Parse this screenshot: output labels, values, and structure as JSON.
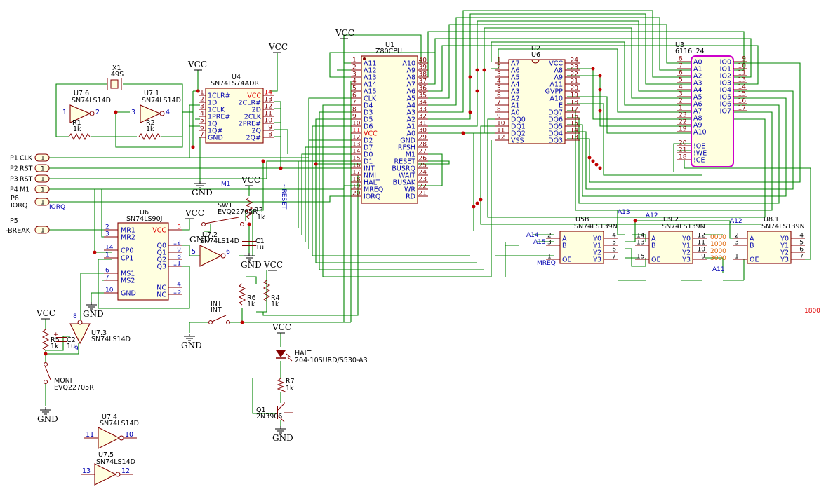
{
  "colors": {
    "wire": "#008400",
    "symbol": "#840000",
    "label": "#0000b0",
    "ref": "#000000",
    "power": "#000000",
    "highlight": "#cc00cc",
    "alert": "#e00000"
  },
  "parts": {
    "U1": {
      "ref": "U1",
      "value": "Z80CPU",
      "left_pins": [
        [
          "1",
          "A11"
        ],
        [
          "2",
          "A12"
        ],
        [
          "3",
          "A13"
        ],
        [
          "4",
          "A14"
        ],
        [
          "5",
          "A15"
        ],
        [
          "6",
          "CLK"
        ],
        [
          "7",
          "D4"
        ],
        [
          "8",
          "D3"
        ],
        [
          "9",
          "D5"
        ],
        [
          "10",
          "D6"
        ],
        [
          "11",
          "VCC"
        ],
        [
          "12",
          "D2"
        ],
        [
          "13",
          "D7"
        ],
        [
          "14",
          "D0"
        ],
        [
          "15",
          "D1"
        ],
        [
          "16",
          "INT"
        ],
        [
          "17",
          "NMI"
        ],
        [
          "18",
          "HALT"
        ],
        [
          "19",
          "MREQ"
        ],
        [
          "20",
          "IORQ"
        ]
      ],
      "right_pins": [
        [
          "40",
          "A10"
        ],
        [
          "39",
          "A9"
        ],
        [
          "38",
          "A8"
        ],
        [
          "37",
          "A7"
        ],
        [
          "36",
          "A6"
        ],
        [
          "35",
          "A5"
        ],
        [
          "34",
          "A4"
        ],
        [
          "33",
          "A3"
        ],
        [
          "32",
          "A2"
        ],
        [
          "31",
          "A1"
        ],
        [
          "30",
          "A0"
        ],
        [
          "29",
          "GND"
        ],
        [
          "28",
          "RFSH"
        ],
        [
          "27",
          "M1"
        ],
        [
          "26",
          "RESET"
        ],
        [
          "25",
          "BUSRQ"
        ],
        [
          "24",
          "WAIT"
        ],
        [
          "23",
          "BUSAK"
        ],
        [
          "22",
          "WR"
        ],
        [
          "21",
          "RD"
        ]
      ]
    },
    "U2": {
      "ref": "U2",
      "ref2": "U6",
      "left_pins": [
        [
          "1",
          "A7"
        ],
        [
          "2",
          "A6"
        ],
        [
          "3",
          "A5"
        ],
        [
          "4",
          "A4"
        ],
        [
          "5",
          "A3"
        ],
        [
          "6",
          "A2"
        ],
        [
          "7",
          "A1"
        ],
        [
          "8",
          "A0"
        ],
        [
          "9",
          "DQ0"
        ],
        [
          "10",
          "DQ1"
        ],
        [
          "11",
          "DQ2"
        ],
        [
          "12",
          "VSS"
        ]
      ],
      "right_pins": [
        [
          "24",
          "VCC"
        ],
        [
          "23",
          "A8"
        ],
        [
          "22",
          "A9"
        ],
        [
          "21",
          "A11"
        ],
        [
          "20",
          "GVPP"
        ],
        [
          "19",
          "A10"
        ],
        [
          "18",
          "E"
        ],
        [
          "17",
          "DQ7"
        ],
        [
          "16",
          "DQ6"
        ],
        [
          "15",
          "DQ5"
        ],
        [
          "14",
          "DQ4"
        ],
        [
          "13",
          "DQ3"
        ]
      ]
    },
    "U3": {
      "ref": "U3",
      "value": "6116L24",
      "left_pins": [
        [
          "8",
          "A0"
        ],
        [
          "7",
          "A1"
        ],
        [
          "6",
          "A2"
        ],
        [
          "5",
          "A3"
        ],
        [
          "4",
          "A4"
        ],
        [
          "3",
          "A5"
        ],
        [
          "2",
          "A6"
        ],
        [
          "1",
          "A7"
        ],
        [
          "23",
          "A8"
        ],
        [
          "22",
          "A9"
        ],
        [
          "19",
          "A10"
        ],
        [
          "20",
          "!OE"
        ],
        [
          "21",
          "!WE"
        ],
        [
          "18",
          "!CE"
        ]
      ],
      "right_pins": [
        [
          "9",
          "IO0"
        ],
        [
          "10",
          "IO1"
        ],
        [
          "11",
          "IO2"
        ],
        [
          "13",
          "IO3"
        ],
        [
          "14",
          "IO4"
        ],
        [
          "15",
          "IO5"
        ],
        [
          "16",
          "IO6"
        ],
        [
          "17",
          "IO7"
        ]
      ]
    },
    "U4": {
      "ref": "U4",
      "value": "SN74LS74ADR",
      "left_pins": [
        [
          "1",
          "1CLR#"
        ],
        [
          "2",
          "1D"
        ],
        [
          "3",
          "1CLK"
        ],
        [
          "4",
          "1PRE#"
        ],
        [
          "5",
          "1Q"
        ],
        [
          "6",
          "1Q#"
        ],
        [
          "7",
          "GND"
        ]
      ],
      "right_pins": [
        [
          "14",
          "VCC"
        ],
        [
          "13",
          "2CLR#"
        ],
        [
          "12",
          "2D"
        ],
        [
          "11",
          "2CLK"
        ],
        [
          "10",
          "2PRE#"
        ],
        [
          "9",
          "2Q"
        ],
        [
          "8",
          "2Q#"
        ]
      ]
    },
    "U6": {
      "ref": "U6",
      "value": "SN74LS90J",
      "left_pins": [
        [
          "2",
          "MR1"
        ],
        [
          "3",
          "MR2"
        ],
        [
          "14",
          "CP0"
        ],
        [
          "1",
          "CP1"
        ],
        [
          "6",
          "MS1"
        ],
        [
          "7",
          "MS2"
        ],
        [
          "10",
          "GND"
        ]
      ],
      "right_pins": [
        [
          "5",
          "VCC"
        ],
        [
          "12",
          "Q0"
        ],
        [
          "9",
          "Q1"
        ],
        [
          "8",
          "Q2"
        ],
        [
          "11",
          "Q3"
        ],
        [
          "4",
          "NC"
        ],
        [
          "13",
          "NC"
        ]
      ]
    },
    "U5B": {
      "ref": "U5B",
      "value": "SN74LS139N",
      "pins_in": [
        [
          "2",
          "A"
        ],
        [
          "3",
          "B"
        ],
        [
          "1",
          "OE"
        ]
      ],
      "pins_out": [
        [
          "4",
          "Y0"
        ],
        [
          "5",
          "Y1"
        ],
        [
          "6",
          "Y2"
        ],
        [
          "7",
          "Y3"
        ]
      ]
    },
    "U9": {
      "ref": "U9.2",
      "value": "SN74LS139N",
      "pins_in": [
        [
          "14",
          "A"
        ],
        [
          "13",
          "B"
        ],
        [
          "15",
          "OE"
        ]
      ],
      "pins_out": [
        [
          "12",
          "Y0"
        ],
        [
          "11",
          "Y1"
        ],
        [
          "10",
          "Y2"
        ],
        [
          "9",
          "Y3"
        ]
      ]
    },
    "U8": {
      "ref": "U8.1",
      "value": "SN74LS139N",
      "pins_in": [
        [
          "2",
          "A"
        ],
        [
          "3",
          "B"
        ],
        [
          "1",
          "OE"
        ]
      ],
      "pins_out": [
        [
          "4",
          "Y0"
        ],
        [
          "5",
          "Y1"
        ],
        [
          "6",
          "Y2"
        ],
        [
          "7",
          "Y3"
        ]
      ]
    },
    "X1": {
      "ref": "X1",
      "value": "49S"
    },
    "U7_6": {
      "ref": "U7.6",
      "value": "SN74LS14D",
      "in": "1",
      "out": "2"
    },
    "U7_1": {
      "ref": "U7.1",
      "value": "SN74LS14D",
      "in": "3",
      "out": "4"
    },
    "U7_2": {
      "ref": "U7.2",
      "value": "SN74LS14D",
      "in": "5",
      "out": "6"
    },
    "U7_3": {
      "ref": "U7.3",
      "value": "SN74LS14D",
      "in": "8",
      "out": "9"
    },
    "U7_4": {
      "ref": "U7.4",
      "value": "SN74LS14D",
      "in": "11",
      "out": "10"
    },
    "U7_5": {
      "ref": "U7.5",
      "value": "SN74LS14D",
      "in": "13",
      "out": "12"
    },
    "R1": {
      "ref": "R1",
      "value": "1k"
    },
    "R2": {
      "ref": "R2",
      "value": "1k"
    },
    "R3": {
      "ref": "R3",
      "value": "1k"
    },
    "R4": {
      "ref": "R4",
      "value": "1k"
    },
    "R5": {
      "ref": "R5",
      "value": "1k"
    },
    "R6": {
      "ref": "R6",
      "value": "1k"
    },
    "R7": {
      "ref": "R7",
      "value": "1k"
    },
    "C1": {
      "ref": "C1",
      "value": "1u"
    },
    "C2": {
      "ref": "C2",
      "value": "1u"
    },
    "SW1": {
      "ref": "SW1",
      "value": "EVQ22705R"
    },
    "INT": {
      "ref": "INT",
      "value": "INT"
    },
    "MONI": {
      "ref": "MONI",
      "value": "EVQ22705R"
    },
    "HALT": {
      "ref": "HALT",
      "value": "204-10SURD/S530-A3"
    },
    "Q1": {
      "ref": "Q1",
      "value": "2N3906"
    }
  },
  "connectors": [
    {
      "ref": "P1",
      "label": "CLK",
      "pin": "1"
    },
    {
      "ref": "P2",
      "label": "RST",
      "pin": "1"
    },
    {
      "ref": "P3",
      "label": "RST",
      "pin": "1"
    },
    {
      "ref": "P4",
      "label": "M1",
      "pin": "1"
    },
    {
      "ref": "P6",
      "label": "IORQ",
      "pin": "1"
    },
    {
      "ref": "P5",
      "label": "-BREAK",
      "pin": "1"
    }
  ],
  "power": {
    "vcc": "VCC",
    "gnd": "GND"
  },
  "nets": {
    "m1": "M1",
    "iorq": "IORQ",
    "reset": "~RESET",
    "a14": "A14",
    "a15": "A15",
    "mreq": "MREQ",
    "a13": "A13",
    "a12": "A12",
    "a12b": "A12",
    "a11": "A11"
  },
  "addresses": [
    "0000",
    "1000",
    "2000",
    "3000"
  ],
  "extra": "1800"
}
